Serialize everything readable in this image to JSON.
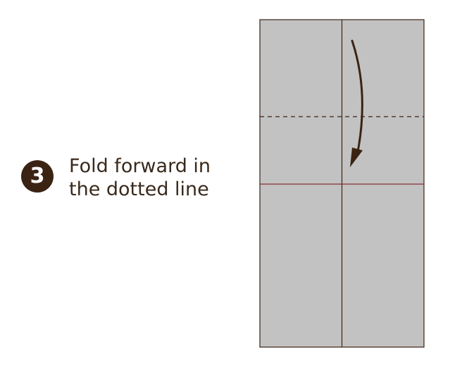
{
  "step": {
    "number": "3",
    "instruction_lines": [
      "Fold forward in",
      "the dotted line"
    ]
  },
  "colors": {
    "badge_bg": "#3b2314",
    "badge_text": "#ffffff",
    "text": "#3a2a1c",
    "paper_fill": "#c2c2c2",
    "paper_outline": "#3b2314",
    "crease_line": "#8b2f35",
    "center_line": "#3b2314",
    "fold_line": "#3b2314",
    "arrow": "#3b2314"
  },
  "diagram": {
    "fold_line_style": "dashed",
    "arrow_direction": "down"
  }
}
